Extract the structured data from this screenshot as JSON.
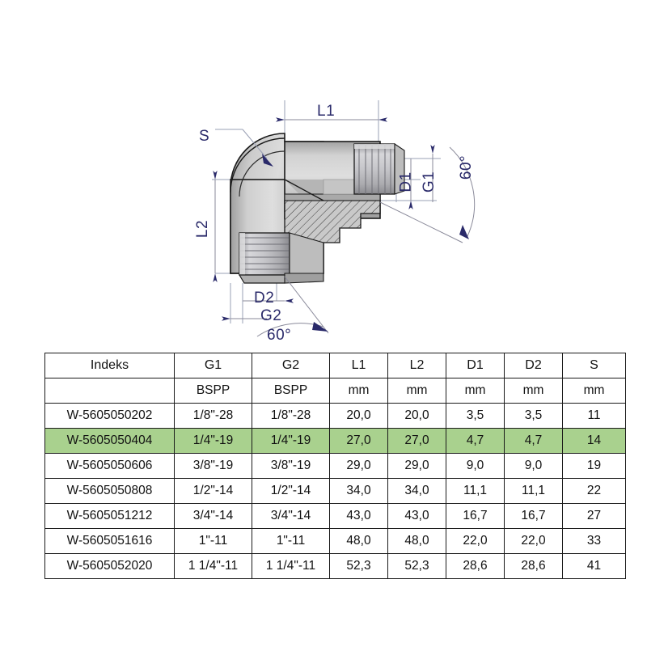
{
  "drawing": {
    "labels": {
      "s": "S",
      "l1": "L1",
      "l2": "L2",
      "d1": "D1",
      "g1": "G1",
      "d2": "D2",
      "g2": "G2",
      "angle_right": "60°",
      "angle_bottom": "60°"
    },
    "colors": {
      "label": "#2a2a6a",
      "metal_light": "#dcdcdc",
      "metal_mid": "#bdbdbd",
      "metal_dark": "#9a9a9a",
      "outline": "#1a1a1a",
      "dimline": "#8a8a9a"
    }
  },
  "table": {
    "columns": [
      "Indeks",
      "G1",
      "G2",
      "L1",
      "L2",
      "D1",
      "D2",
      "S"
    ],
    "units": [
      "",
      "BSPP",
      "BSPP",
      "mm",
      "mm",
      "mm",
      "mm",
      "mm"
    ],
    "highlight_color": "#a9d18e",
    "highlighted_row_index": 1,
    "rows": [
      {
        "index": "W-5605050202",
        "g1": "1/8\"-28",
        "g2": "1/8\"-28",
        "l1": "20,0",
        "l2": "20,0",
        "d1": "3,5",
        "d2": "3,5",
        "s": "11",
        "highlight": false
      },
      {
        "index": "W-5605050404",
        "g1": "1/4\"-19",
        "g2": "1/4\"-19",
        "l1": "27,0",
        "l2": "27,0",
        "d1": "4,7",
        "d2": "4,7",
        "s": "14",
        "highlight": true
      },
      {
        "index": "W-5605050606",
        "g1": "3/8\"-19",
        "g2": "3/8\"-19",
        "l1": "29,0",
        "l2": "29,0",
        "d1": "9,0",
        "d2": "9,0",
        "s": "19",
        "highlight": false
      },
      {
        "index": "W-5605050808",
        "g1": "1/2\"-14",
        "g2": "1/2\"-14",
        "l1": "34,0",
        "l2": "34,0",
        "d1": "11,1",
        "d2": "11,1",
        "s": "22",
        "highlight": false
      },
      {
        "index": "W-5605051212",
        "g1": "3/4\"-14",
        "g2": "3/4\"-14",
        "l1": "43,0",
        "l2": "43,0",
        "d1": "16,7",
        "d2": "16,7",
        "s": "27",
        "highlight": false
      },
      {
        "index": "W-5605051616",
        "g1": "1\"-11",
        "g2": "1\"-11",
        "l1": "48,0",
        "l2": "48,0",
        "d1": "22,0",
        "d2": "22,0",
        "s": "33",
        "highlight": false
      },
      {
        "index": "W-5605052020",
        "g1": "1 1/4\"-11",
        "g2": "1 1/4\"-11",
        "l1": "52,3",
        "l2": "52,3",
        "d1": "28,6",
        "d2": "28,6",
        "s": "41",
        "highlight": false
      }
    ]
  }
}
